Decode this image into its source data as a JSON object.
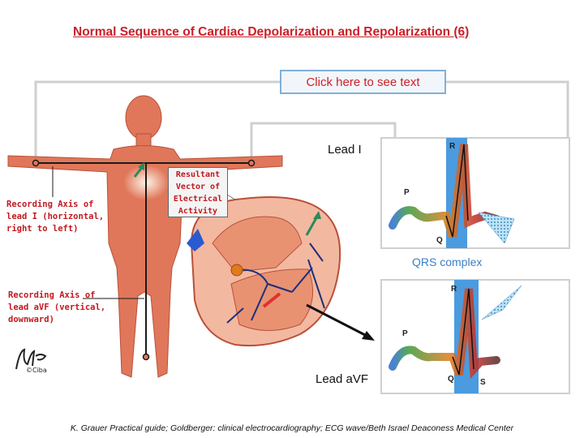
{
  "title": "Normal Sequence of Cardiac Depolarization and Repolarization (6)",
  "button": {
    "label": "Click here to see text"
  },
  "leads": {
    "lead1": "Lead I",
    "leadavf": "Lead aVF"
  },
  "axes": {
    "lead1": [
      "Recording Axis of",
      "lead I (horizontal,",
      "right to left)"
    ],
    "leadavf": [
      "Recording Axis of",
      "lead aVF (vertical,",
      "downward)"
    ]
  },
  "vector_label": [
    "Resultant",
    "Vector of",
    "Electrical",
    "Activity"
  ],
  "qrs_label": "QRS complex",
  "wave_labels": {
    "lead1": {
      "r": "R",
      "p": "P",
      "q": "Q"
    },
    "leadavf": {
      "r": "R",
      "p": "P",
      "q": "Q",
      "s": "S"
    }
  },
  "signature": "©Ciba",
  "citation": "K. Grauer Practical guide; Goldberger: clinical electrocardiography; ECG wave/Beth Israel Deaconess Medical Center",
  "colors": {
    "title": "#c8202a",
    "skin": "#e0775a",
    "qrs_band": "#4a9be0",
    "p_wave": "#3a9a3a",
    "vector_arrow": "#2a8a5a"
  }
}
